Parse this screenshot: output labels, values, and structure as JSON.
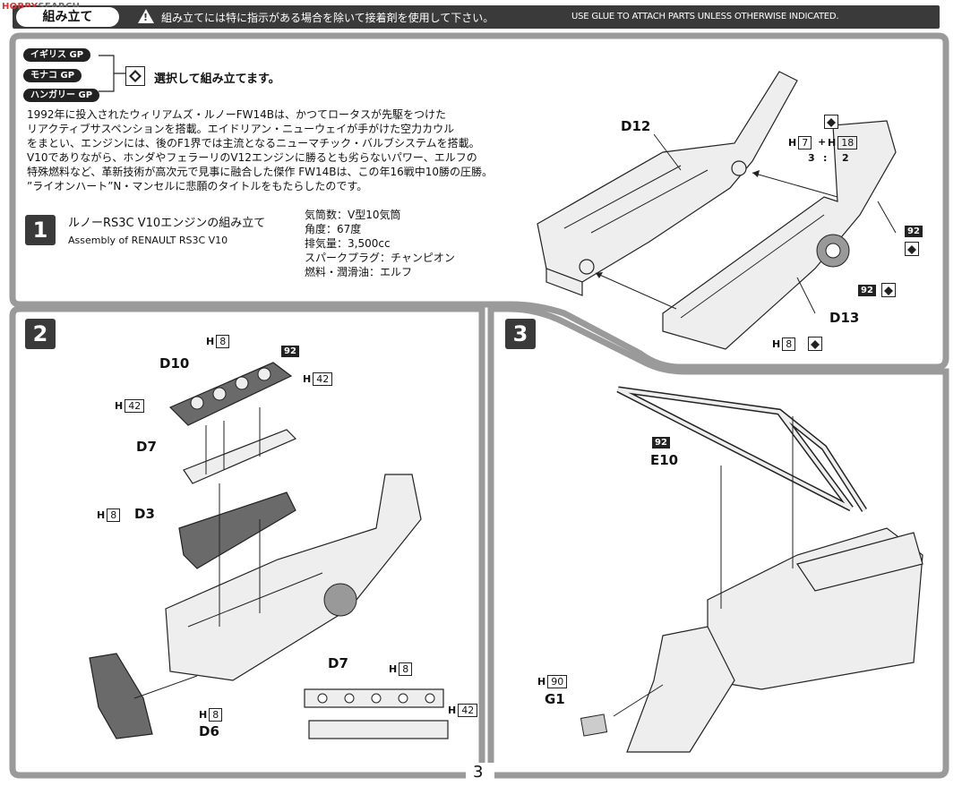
{
  "logo": {
    "brand": "HOBBY",
    "rest": "SEARCH"
  },
  "header": {
    "title": "組み立て",
    "jp": "組み立てには特に指示がある場合を除いて接着剤を使用して下さい。",
    "en": "USE GLUE TO ATTACH PARTS UNLESS OTHERWISE INDICATED."
  },
  "gp": {
    "options": [
      "イギリス GP",
      "モナコ GP",
      "ハンガリー GP"
    ],
    "select_text": "選択して組み立てます。"
  },
  "intro": [
    "1992年に投入されたウィリアムズ・ルノーFW14Bは、かつてロータスが先駆をつけた",
    "リアクティブサスペンションを搭載。エイドリアン・ニューウェイが手がけた空力カウル",
    "をまとい、エンジンには、後のF1界では主流となるニューマチック・バルブシステムを搭載。",
    "V10でありながら、ホンダやフェラーリのV12エンジンに勝るとも劣らないパワー、エルフの",
    "特殊燃料など、革新技術が高次元で見事に融合した傑作 FW14Bは、この年16戦中10勝の圧勝。",
    "”ライオンハート”N・マンセルに悲願のタイトルをもたらしたのです。"
  ],
  "step1": {
    "number": "1",
    "title_jp": "ルノーRS3C V10エンジンの組み立て",
    "title_en": "Assembly of RENAULT RS3C V10",
    "specs": [
      "気筒数：V型10気筒",
      "角度：67度",
      "排気量：3,500cc",
      "スパークプラグ：チャンピオン",
      "燃料・潤滑油：エルフ"
    ],
    "labels": {
      "d12": "D12",
      "d13": "D13",
      "h7": "7",
      "h18": "18",
      "ratio_a": "3",
      "ratio_b": "2",
      "colon": ":",
      "plus": "+",
      "paint": "92",
      "h8": "8",
      "h": "H"
    }
  },
  "step2": {
    "number": "2",
    "labels": {
      "d10": "D10",
      "d7": "D7",
      "d3": "D3",
      "d6": "D6",
      "d7b": "D7",
      "h": "H",
      "h8": "8",
      "h42": "42",
      "paint": "92"
    }
  },
  "step3": {
    "number": "3",
    "labels": {
      "e10": "E10",
      "g1": "G1",
      "h": "H",
      "h90": "90",
      "paint": "92"
    }
  },
  "page_number": "3"
}
